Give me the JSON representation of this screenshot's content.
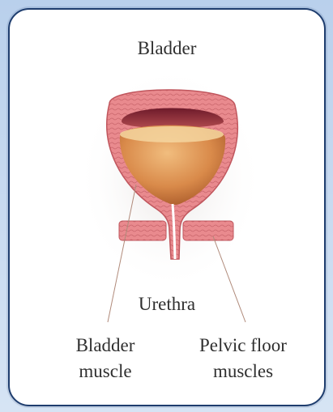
{
  "labels": {
    "bladder": "Bladder",
    "urethra": "Urethra",
    "bladder_muscle_line1": "Bladder",
    "bladder_muscle_line2": "muscle",
    "pelvic_floor_line1": "Pelvic floor",
    "pelvic_floor_line2": "muscles"
  },
  "colors": {
    "frame_border": "#1e3d6e",
    "muscle_wall": "#e6848a",
    "urine": "#d98a4a",
    "label_text": "#2f2f2f"
  }
}
